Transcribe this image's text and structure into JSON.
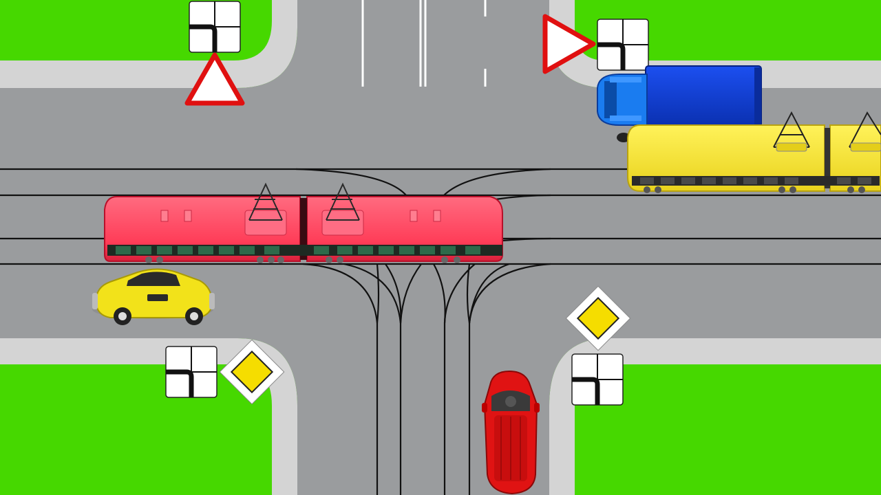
{
  "scene": {
    "title": "",
    "colors": {
      "grass": "#46d800",
      "road": "#9a9c9e",
      "sidewalk": "#d2d2d2",
      "lane_mark": "#ffffff",
      "rail": "#111111",
      "tram_red": "#ff4a63",
      "tram_yellow": "#f7e63a",
      "truck_blue": "#0d3ed8",
      "car_yellow": "#f2e21a",
      "car_red": "#e01313",
      "sign_red": "#e01010",
      "sign_yellow": "#f5dd00"
    },
    "signs": [
      {
        "name": "priority-road-sign",
        "type": "main road"
      },
      {
        "name": "yield-sign",
        "type": "give way"
      },
      {
        "name": "main-road-direction-plate",
        "type": "road direction"
      }
    ],
    "vehicles": [
      {
        "name": "red-tram",
        "kind": "tram",
        "color": "red"
      },
      {
        "name": "yellow-tram",
        "kind": "tram",
        "color": "yellow"
      },
      {
        "name": "blue-truck",
        "kind": "truck",
        "color": "blue"
      },
      {
        "name": "yellow-car",
        "kind": "car",
        "color": "yellow"
      },
      {
        "name": "red-car",
        "kind": "car",
        "color": "red"
      }
    ]
  }
}
